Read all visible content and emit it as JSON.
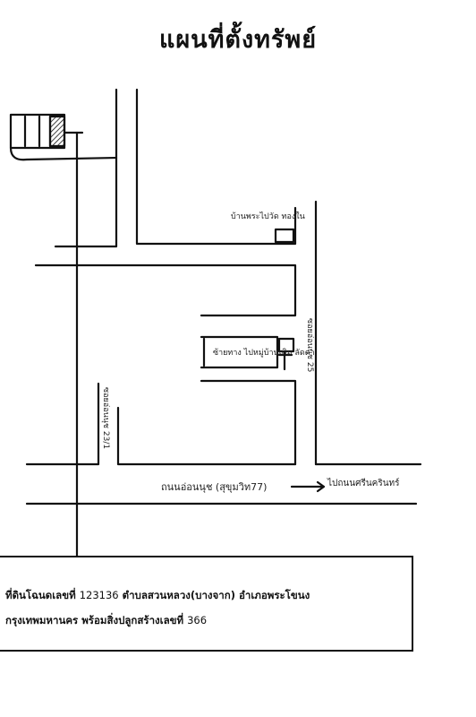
{
  "title": "แผนที่ตั้งทรัพย์",
  "map": {
    "labels": {
      "branch_road": "บ้านพระไปวัด ทองใน",
      "alley_25": "ซอยอ่อนนุช 25",
      "branch_pao": "ซ้ายทาง ไปหมู่บ้านเดิม ลัดดา",
      "alley_23_1": "ซอยอ่อนนุช 23/1",
      "main_road": "ถนนอ่อนนุช (สุขุมวิท77)",
      "direction": "ไปถนนศรีนครินทร์"
    }
  },
  "info": {
    "line1_a": "ที่ดินโฉนดเลขที่",
    "line1_num": "123136",
    "line1_b": "ตำบลสวนหลวง(บางจาก) อำเภอพระโขนง",
    "line2_a": "กรุงเทพมหานคร พร้อมสิ่งปลูกสร้างเลขที่",
    "line2_num": "366"
  }
}
